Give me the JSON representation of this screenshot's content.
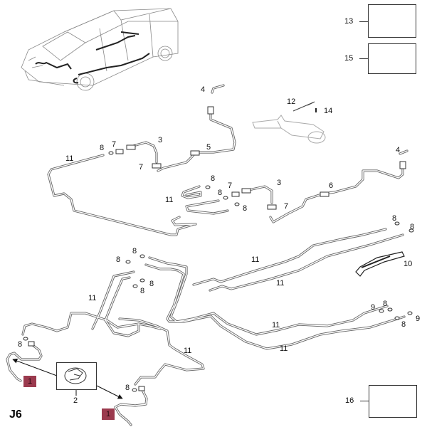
{
  "diagram": {
    "code": "J6",
    "colors": {
      "badge": "#9b3a4e",
      "line": "#555555",
      "outline": "#333333"
    },
    "callouts": {
      "n1": "1",
      "n2": "2",
      "n3": "3",
      "n4": "4",
      "n5": "5",
      "n6": "6",
      "n7": "7",
      "n8": "8",
      "n9": "9",
      "n10": "10",
      "n11": "11",
      "n12": "12",
      "n13": "13",
      "n14": "14",
      "n15": "15",
      "n16": "16"
    },
    "inset_boxes": [
      {
        "part": "13",
        "icon": "bolt-icon"
      },
      {
        "part": "15",
        "icon": "bolt-icon"
      },
      {
        "part": "16",
        "icon": "bracket-clip-icon"
      },
      {
        "part": "2",
        "icon": "pipe-clip-icon"
      }
    ],
    "highlight_badges": [
      "1",
      "1"
    ]
  }
}
